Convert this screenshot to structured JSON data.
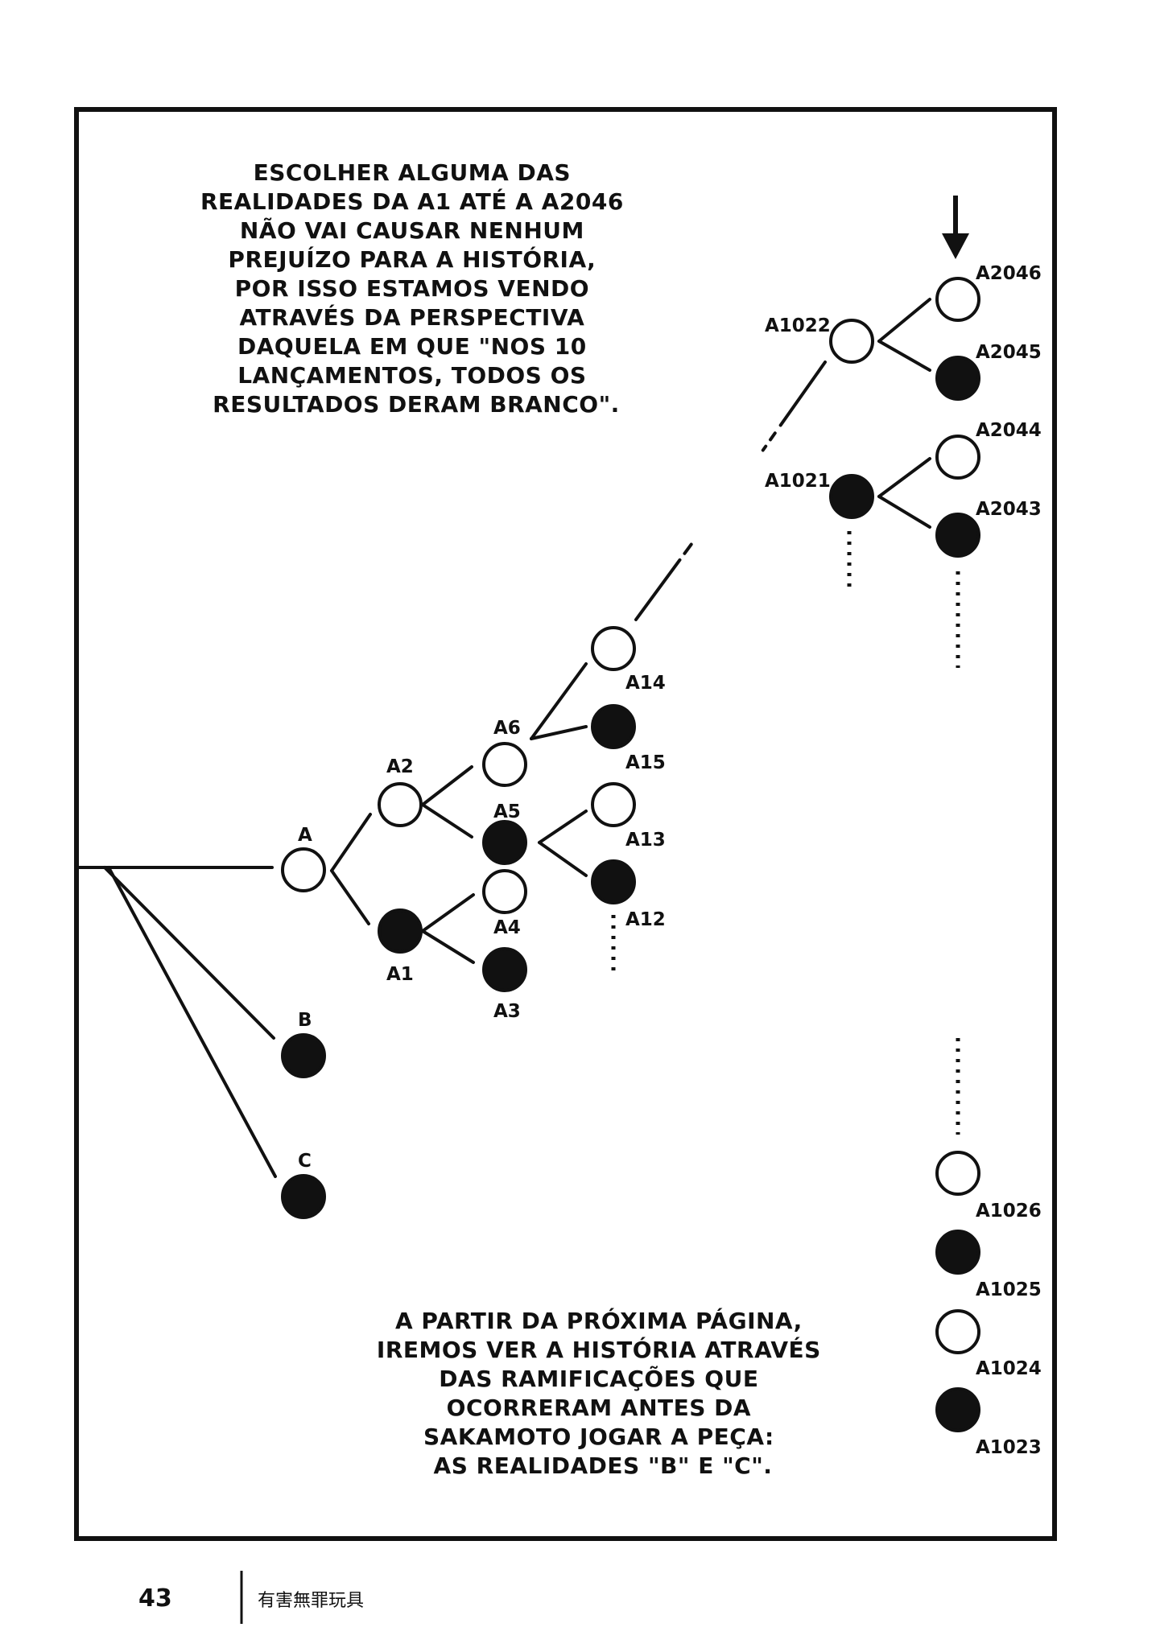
{
  "caption_top": [
    "ESCOLHER ALGUMA DAS",
    "REALIDADES DA A1 ATÉ A A2046",
    "NÃO VAI CAUSAR NENHUM",
    "PREJUÍZO PARA A HISTÓRIA,",
    "POR ISSO ESTAMOS VENDO",
    "ATRAVÉS DA PERSPECTIVA",
    "DAQUELA EM QUE \"NOS 10",
    "LANÇAMENTOS, TODOS OS",
    "RESULTADOS DERAM BRANCO\"."
  ],
  "caption_bottom": [
    "A PARTIR DA PRÓXIMA PÁGINA,",
    "IREMOS VER A HISTÓRIA ATRAVÉS",
    "DAS RAMIFICAÇÕES QUE",
    "OCORRERAM ANTES DA",
    "SAKAMOTO JOGAR A PEÇA:",
    "AS REALIDADES \"B\" E \"C\"."
  ],
  "nodes": [
    {
      "id": "A",
      "label": "A",
      "color": "white"
    },
    {
      "id": "B",
      "label": "B",
      "color": "black"
    },
    {
      "id": "C",
      "label": "C",
      "color": "black"
    },
    {
      "id": "A1",
      "label": "A1",
      "color": "black"
    },
    {
      "id": "A2",
      "label": "A2",
      "color": "white"
    },
    {
      "id": "A3",
      "label": "A3",
      "color": "black"
    },
    {
      "id": "A4",
      "label": "A4",
      "color": "white"
    },
    {
      "id": "A5",
      "label": "A5",
      "color": "black"
    },
    {
      "id": "A6",
      "label": "A6",
      "color": "white"
    },
    {
      "id": "A12",
      "label": "A12",
      "color": "black"
    },
    {
      "id": "A13",
      "label": "A13",
      "color": "white"
    },
    {
      "id": "A14",
      "label": "A14",
      "color": "white"
    },
    {
      "id": "A15",
      "label": "A15",
      "color": "black"
    },
    {
      "id": "A1021",
      "label": "A1021",
      "color": "black"
    },
    {
      "id": "A1022",
      "label": "A1022",
      "color": "white"
    },
    {
      "id": "A2043",
      "label": "A2043",
      "color": "black"
    },
    {
      "id": "A2044",
      "label": "A2044",
      "color": "white"
    },
    {
      "id": "A2045",
      "label": "A2045",
      "color": "black"
    },
    {
      "id": "A2046",
      "label": "A2046",
      "color": "white"
    },
    {
      "id": "A1026",
      "label": "A1026",
      "color": "white"
    },
    {
      "id": "A1025",
      "label": "A1025",
      "color": "black"
    },
    {
      "id": "A1024",
      "label": "A1024",
      "color": "white"
    },
    {
      "id": "A1023",
      "label": "A1023",
      "color": "black"
    }
  ],
  "footer": {
    "page_number": "43",
    "book_title": "有害無罪玩具"
  },
  "colors": {
    "ink": "#111111",
    "paper": "#ffffff"
  }
}
